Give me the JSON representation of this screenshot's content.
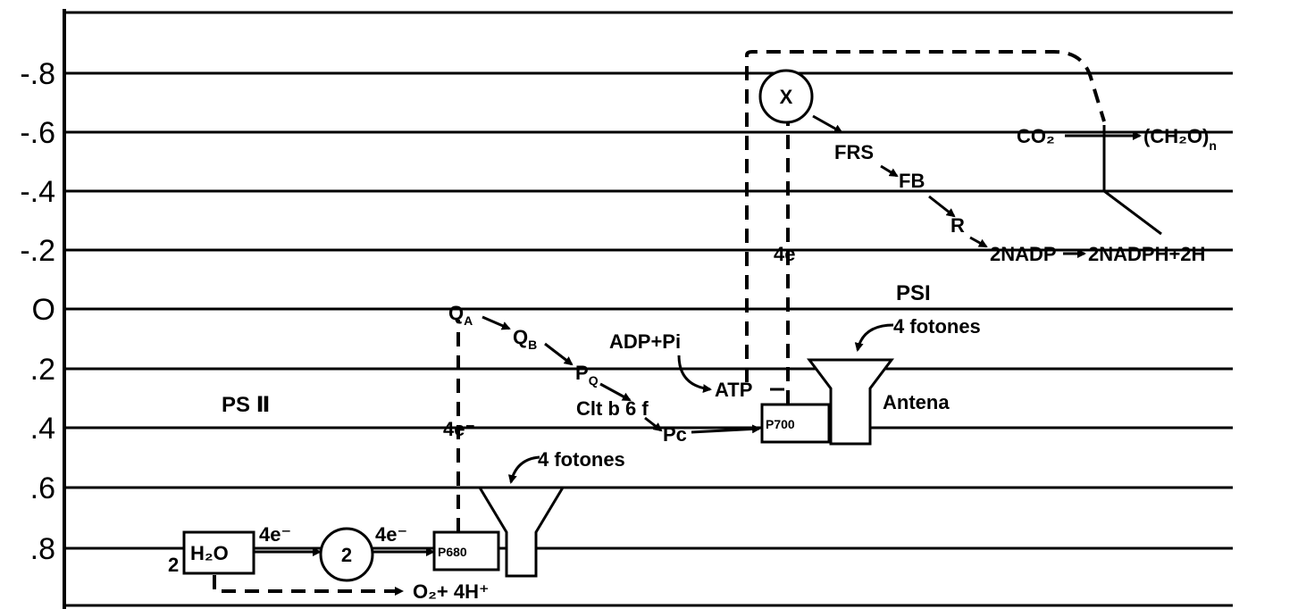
{
  "axis": {
    "ticks": [
      "-.8",
      "-.6",
      "-.4",
      "-.2",
      "O",
      ".2",
      ".4",
      ".6",
      ".8"
    ]
  },
  "labels": {
    "ps2": "PS Ⅱ",
    "ps1": "PSI",
    "qa": "Q",
    "qa_sub": "A",
    "qb": "Q",
    "qb_sub": "B",
    "pq": "P",
    "pq_sub": "Q",
    "cyt": "Clt b 6 f",
    "pc": "Pc",
    "p680": "P680",
    "p700": "P700",
    "x": "X",
    "frs": "FRS",
    "fb": "FB",
    "r": "R",
    "fourE_ps2": "4e⁻",
    "fourE_ps1": "4e⁻",
    "fourE_water": "4e⁻",
    "fourE_mn": "4e⁻",
    "mn_complex": "2",
    "water_coef": "2",
    "water": "H₂O",
    "oxygen": "O₂+ 4H⁺",
    "photons_ps2": "4 fotones",
    "photons_ps1": "4 fotones",
    "antena": "Antena",
    "adp": "ADP+Pi",
    "atp": "ATP",
    "co2": "CO₂",
    "ch2o": "(CH₂O)",
    "ch2o_sub": "n",
    "nadp": "2NADP",
    "nadph": "2NADPH+2H"
  },
  "colors": {
    "ink": "#000000",
    "background": "#ffffff"
  }
}
